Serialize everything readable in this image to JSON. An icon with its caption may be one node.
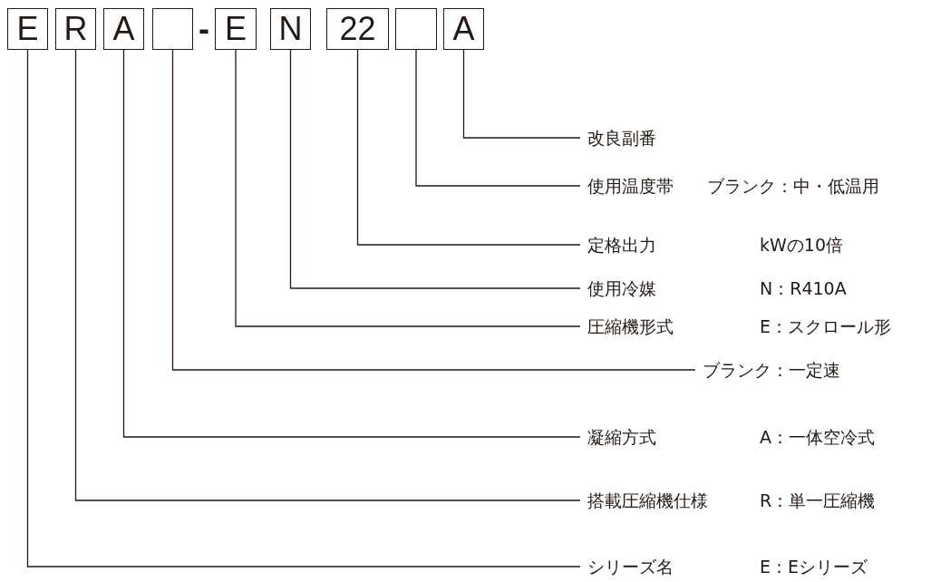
{
  "diagram": {
    "nodes": [
      {
        "text": [
          "E"
        ]
      },
      {
        "text": [
          "R"
        ]
      },
      {
        "text": [
          "A"
        ]
      },
      {
        "text": [],
        "shape": "box"
      },
      {
        "text": [
          "E"
        ]
      },
      {
        "text": [
          "N"
        ]
      },
      {
        "text": [
          "22"
        ]
      },
      {
        "text": [],
        "shape": "box"
      },
      {
        "text": [
          "A"
        ]
      },
      {
        "text": [
          "改良副番"
        ]
      },
      {
        "text": [
          "使用温度帯",
          "ブランク：中・低温用"
        ]
      },
      {
        "text": [
          "定格出力",
          "kWの10倍"
        ]
      },
      {
        "text": [
          "使用冷媒",
          "N：R410A"
        ]
      },
      {
        "text": [
          "圧縮機形式",
          "E：スクロール形"
        ]
      },
      {
        "text": [
          "ブランク：一定速"
        ]
      },
      {
        "text": [
          "凝縮方式",
          "A：一体空冷式"
        ]
      },
      {
        "text": [
          "搭載圧縮機仕様",
          "R：単一圧縮機"
        ]
      },
      {
        "text": [
          "シリーズ名",
          "E：Eシリーズ"
        ]
      }
    ],
    "edges": [
      {
        "from": 9,
        "to": 8,
        "arrow": "none"
      },
      {
        "from": 10,
        "to": 7,
        "arrow": "none"
      },
      {
        "from": 11,
        "to": 6,
        "arrow": "none"
      },
      {
        "from": 12,
        "to": 5,
        "arrow": "none"
      },
      {
        "from": 13,
        "to": 4,
        "arrow": "none"
      },
      {
        "from": 14,
        "to": 3,
        "arrow": "none"
      },
      {
        "from": 15,
        "to": 2,
        "arrow": "none"
      },
      {
        "from": 16,
        "to": 1,
        "arrow": "none"
      },
      {
        "from": 17,
        "to": 0,
        "arrow": "none"
      }
    ],
    "labels": [
      "-"
    ]
  }
}
